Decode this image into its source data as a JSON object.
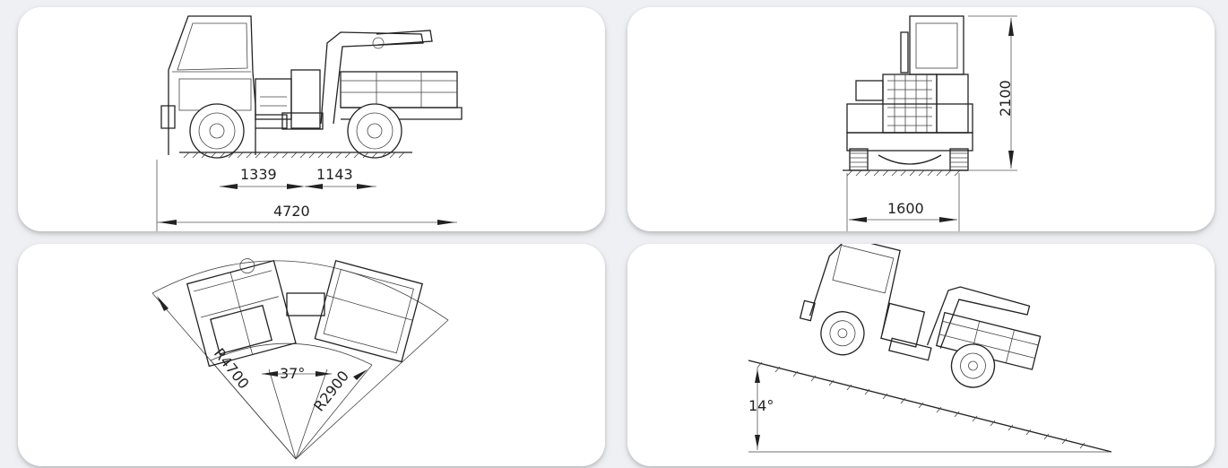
{
  "side_view": {
    "dim_wheel_front": "1339",
    "dim_wheel_rear": "1143",
    "dim_length": "4720"
  },
  "rear_view": {
    "dim_height": "2100",
    "dim_width": "1600"
  },
  "turning_view": {
    "outer_radius": "R4700",
    "inner_radius": "R2900",
    "steer_angle": "37°"
  },
  "slope_view": {
    "slope_angle": "14°"
  }
}
